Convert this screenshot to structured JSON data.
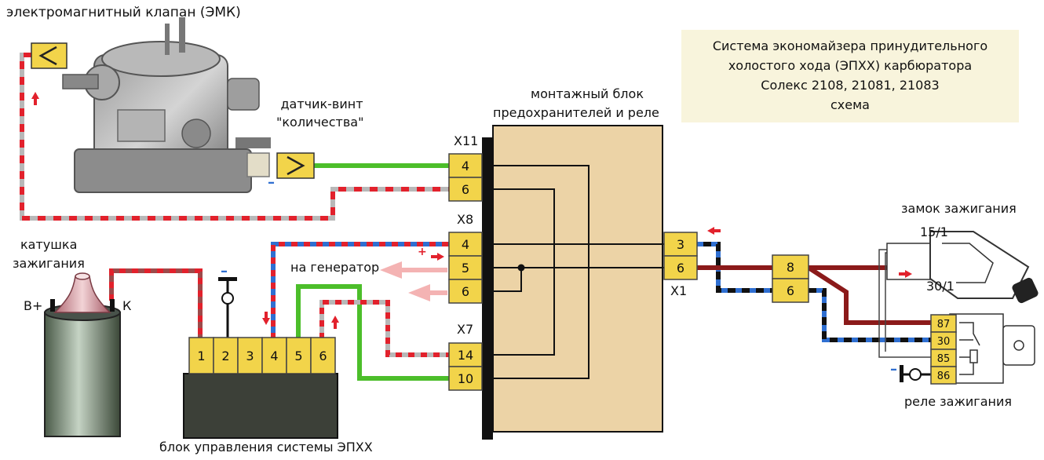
{
  "title": {
    "line1": "Система экономайзера принудительного",
    "line2": "холостого хода (ЭПХХ) карбюратора",
    "line3": "Солекс 2108, 21081, 21083",
    "line4": "схема"
  },
  "labels": {
    "emk": "электромагнитный клапан (ЭМК)",
    "sensor_line1": "датчик-винт",
    "sensor_line2": "\"количества\"",
    "mount_line1": "монтажный блок",
    "mount_line2": "предохранителей и реле",
    "coil_line1": "катушка",
    "coil_line2": "зажигания",
    "coil_bplus": "В+",
    "coil_k": "К",
    "generator": "на генератор",
    "ecu": "блок управления системы ЭПХХ",
    "ignition_lock": "замок зажигания",
    "lock_151": "15/1",
    "lock_301": "30/1",
    "ignition_relay": "реле зажигания",
    "x11": "X11",
    "x8": "X8",
    "x7": "X7",
    "x1": "X1",
    "minus": "–",
    "plus": "+"
  },
  "connectors": {
    "x11": [
      "4",
      "6"
    ],
    "x8": [
      "4",
      "5",
      "6"
    ],
    "x7": [
      "14",
      "10"
    ],
    "x1": [
      "3",
      "6"
    ],
    "lock_conn": [
      "8",
      "6"
    ],
    "relay": [
      "87",
      "30",
      "85",
      "86"
    ],
    "ecu": [
      "1",
      "2",
      "3",
      "4",
      "5",
      "6"
    ]
  },
  "colors": {
    "pin_fill": "#f2d44a",
    "block_fill": "#ecd3a6",
    "wire_green": "#4cbe2a",
    "wire_red": "#e2212c",
    "wire_grey": "#b8b8b8",
    "wire_blue": "#2f6fd1",
    "wire_brown": "#8b1a1a",
    "title_bg": "#f8f4dc"
  }
}
